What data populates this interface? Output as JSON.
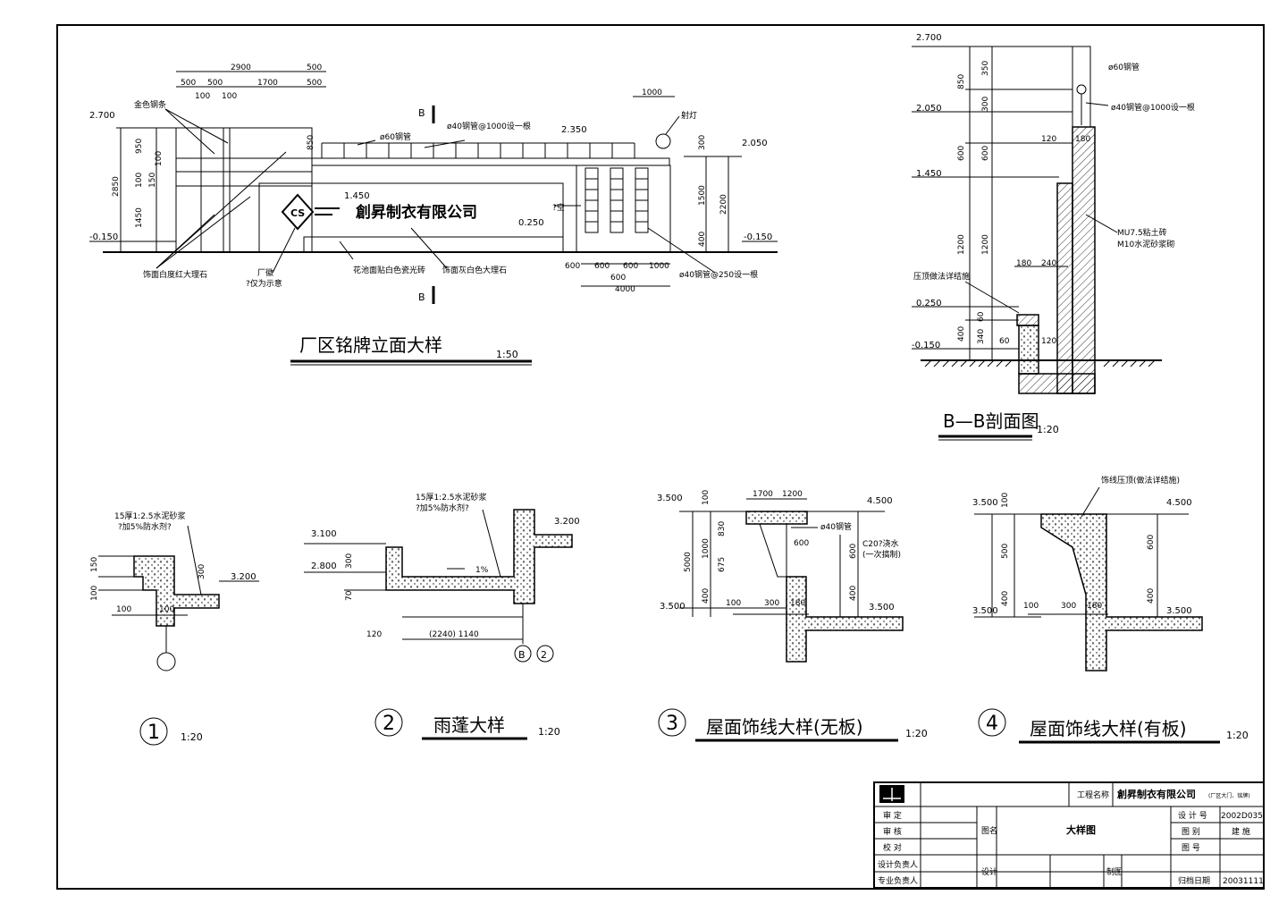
{
  "elevation": {
    "title": "厂区铭牌立面大样",
    "scale": "1:50",
    "company": "創昇制衣有限公司",
    "logo": "CS",
    "dims_top": [
      "2900",
      "500",
      "500",
      "500",
      "1700",
      "500",
      "100",
      "100",
      "1000"
    ],
    "dims_left": [
      "950",
      "100",
      "100",
      "150",
      "2850",
      "1450"
    ],
    "dims_right": [
      "300",
      "1500",
      "2200",
      "400"
    ],
    "dims_bottom": [
      "600",
      "600",
      "600",
      "1000",
      "600",
      "4000"
    ],
    "levels": [
      "2.700",
      "-0.150",
      "1.450",
      "2.350",
      "0.250",
      "2.050",
      "-0.150"
    ],
    "notes": [
      "金色钢条",
      "ø60钢管",
      "ø40钢管@1000设一根",
      "射灯",
      "?空",
      "饰面白度红大理石",
      "厂徽",
      "?仅为示意",
      "花池面贴白色瓷光砖",
      "饰面灰白色大理石",
      "ø40钢管@250设一根"
    ],
    "section_mark": "B",
    "dim_850": "850"
  },
  "section": {
    "title": "B—B剖面图",
    "scale": "1:20",
    "levels": [
      "2.700",
      "2.050",
      "1.450",
      "0.250",
      "-0.150"
    ],
    "dims": [
      "850",
      "350",
      "300",
      "600",
      "600",
      "1200",
      "1200",
      "400",
      "340",
      "60",
      "60",
      "120",
      "180",
      "180",
      "240",
      "120"
    ],
    "notes": [
      "ø60钢管",
      "ø40钢管@1000设一根",
      "MU7.5粘土砖",
      "M10水泥砂浆砌",
      "压顶做法详结施"
    ]
  },
  "detail1": {
    "num": "1",
    "scale": "1:20",
    "notes": [
      "15厚1:2.5水泥砂浆",
      "?加5%防水剂?"
    ],
    "dims": [
      "150",
      "100",
      "100",
      "300",
      "100"
    ],
    "level": "3.200"
  },
  "detail2": {
    "num": "2",
    "title": "雨蓬大样",
    "scale": "1:20",
    "notes": [
      "15厚1:2.5水泥砂浆",
      "?加5%防水剂?"
    ],
    "levels": [
      "3.100",
      "2.800",
      "3.200"
    ],
    "dims": [
      "300",
      "70",
      "120",
      "(2240) 1140"
    ],
    "slope": "1%",
    "axis": "B",
    "axis2": "2"
  },
  "detail3": {
    "num": "3",
    "title": "屋面饰线大样(无板)",
    "scale": "1:20",
    "levels": [
      "3.500",
      "4.500",
      "3.500",
      "3.500"
    ],
    "dims": [
      "1700",
      "1200",
      "100",
      "830",
      "1000",
      "675",
      "5000",
      "400",
      "600",
      "600",
      "400",
      "100",
      "300",
      "180"
    ],
    "notes": [
      "ø40钢管",
      "C20?浇水",
      "(一次搞制)"
    ]
  },
  "detail4": {
    "num": "4",
    "title": "屋面饰线大样(有板)",
    "scale": "1:20",
    "levels": [
      "3.500",
      "4.500",
      "3.500",
      "3.500"
    ],
    "dims": [
      "100",
      "500",
      "400",
      "600",
      "400",
      "100",
      "300",
      "180"
    ],
    "notes": [
      "饰线压顶(做法详结施)"
    ]
  },
  "titleblock": {
    "project_label": "工程名称",
    "project": "創昇制衣有限公司",
    "project_sub": "(厂区大门、铭牌)",
    "rows_left": [
      "审 定",
      "审 核",
      "校 对",
      "设计负责人",
      "专业负责人"
    ],
    "drawing_label": "图名",
    "drawing_name": "大样图",
    "design_label": "设计",
    "draw_label": "制图",
    "right_labels": [
      "设 计 号",
      "图 别",
      "图 号",
      "归档日期"
    ],
    "right_values": [
      "2002D035",
      "建 施",
      "",
      "20031111"
    ]
  }
}
